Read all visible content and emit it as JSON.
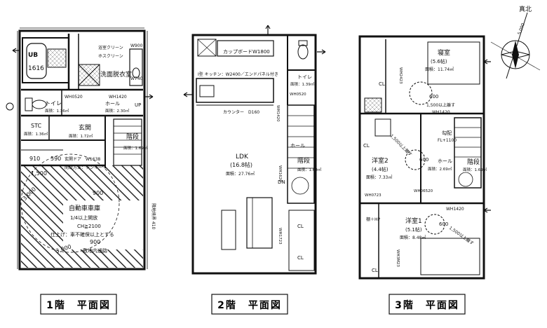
{
  "floor1": {
    "caption": "1階　平面図",
    "ub_label": "UB",
    "ub_size": "1616",
    "bath_screen_1": "浴室クリーン",
    "bath_screen_2": "ホスクリーン",
    "washroom": "洗面脱衣室",
    "w900": "W900",
    "w740": "W740",
    "wh0520": "WH0520",
    "wh1420": "WH1420",
    "toilet": "トイレ",
    "toilet_area": "面積：1.36㎡",
    "hall": "ホール",
    "hall_area": "面積：2.30㎡",
    "up": "UP",
    "stc": "STC",
    "stc_area": "面積：1.36㎡",
    "entrance": "玄関",
    "entrance_area": "面積：1.72㎡",
    "stairs": "階段",
    "stairs_area": "面積：1.69㎡",
    "dim_910": "910",
    "dim_590": "590",
    "dim_1500": "1,500",
    "door_label": "玄関ドア　W1638",
    "door_method": "開錠方法：テンキー",
    "dim_3000a": "3,000",
    "dim_900a": "900",
    "garage": "自動車車庫",
    "garage_note1": "1/4以上開放",
    "garage_note2": "CH≧2100",
    "garage_note3": "仕上げ：車不確保以上とする",
    "dim_900b": "900",
    "dim_3000b": "3,000",
    "driveway": "敷地内通路",
    "side_label": "隣地境界 410"
  },
  "floor2": {
    "caption": "2階　平面図",
    "cupboard": "カップボード",
    "w1800": "W1800",
    "kitchen": "I型 キッチン：W2400／エンドパネル付き",
    "toilet": "トイレ",
    "toilet_area": "面積：1.39㎡",
    "wh0520": "WH0520",
    "wh1420": "WH1420",
    "counter": "カウンター　D160",
    "ldk": "LDK",
    "ldk_tatami": "(16.8帖)",
    "ldk_area": "面積：27.76㎡",
    "wh1620": "WH1620",
    "hall": "ホール",
    "stairs": "階段",
    "stairs_area": "面積：1.69㎡",
    "dn": "DN",
    "wh1723": "WH1723",
    "cl_a": "CL",
    "cl_b": "CL"
  },
  "floor3": {
    "caption": "3階　平面図",
    "north_label": "真北",
    "scale": "5,000",
    "bedroom": "寝室",
    "bedroom_tatami": "(5.6帖)",
    "bedroom_area": "面積：11.74㎡",
    "wh2423": "WH2423",
    "cl_a": "CL",
    "light_600a": "600",
    "ceiling_note_a": "1,500以上離す",
    "wh1420a": "WH1420",
    "room2": "洋室2",
    "room2_tatami": "(4.4帖)",
    "room2_area": "面積：7.33㎡",
    "light_600b": "600",
    "ceiling_note_b": "1,500以上離す",
    "hall": "ホール",
    "hall_area": "面積：2.69㎡",
    "stairs": "階段",
    "stairs_area": "面積：1.69㎡",
    "loft": "勾配",
    "loft_fl": "FL+1100",
    "wh0723": "WH0723",
    "wh06520": "WH06520",
    "wh1420b": "WH1420",
    "room1": "洋室1",
    "room1_tatami": "(5.1帖)",
    "room1_area": "面積：8.48㎡",
    "light_600c": "600",
    "ceiling_note_c": "1,500以上離す",
    "wh3m23": "WH3M23",
    "cl_b": "CL",
    "shelf": "棚＋HP",
    "cl_c": "CL"
  }
}
